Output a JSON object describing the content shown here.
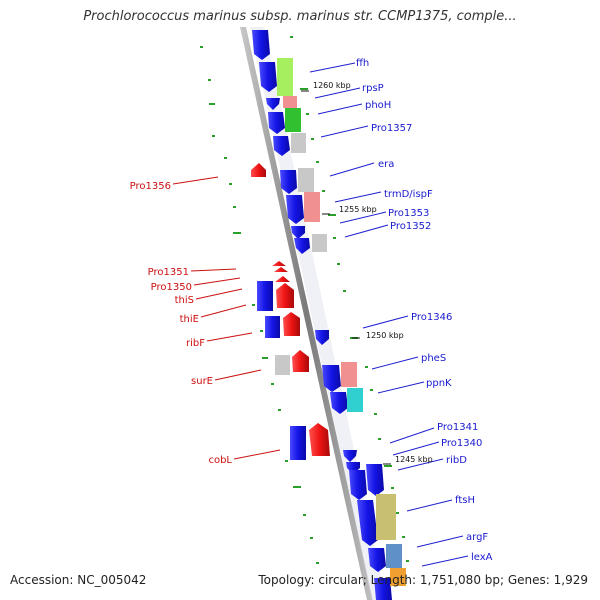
{
  "title": "Prochlorococcus marinus subsp. marinus str. CCMP1375, comple...",
  "footer": {
    "accession": "Accession: NC_005042",
    "summary": "Topology: circular; Length: 1,751,080 bp; Genes: 1,929"
  },
  "scale_ticks": [
    "1260 kbp",
    "1255 kbp",
    "1250 kbp",
    "1245 kbp"
  ],
  "colors": {
    "backbone": "#9a9a9a",
    "forward_strand_gene": "#1010ee",
    "reverse_strand_gene": "#ee1010",
    "forward_label": "#1a1ad0",
    "reverse_label": "#cc1010",
    "gc_skew_marks": "#2aa02a",
    "cog_green_light": "#a6f060",
    "cog_pink": "#f09090",
    "cog_green": "#30c030",
    "cog_grey": "#c8c8c8",
    "cog_cyan": "#30d0d0",
    "cog_olive": "#c8c070",
    "cog_steel": "#6090c8"
  },
  "forward_genes": [
    "ffh",
    "rpsP",
    "phoH",
    "Pro1357",
    "era",
    "trmD/ispF",
    "Pro1353",
    "Pro1352",
    "Pro1346",
    "pheS",
    "ppnK",
    "Pro1341",
    "Pro1340",
    "ribD",
    "ftsH",
    "argF",
    "lexA"
  ],
  "reverse_genes": [
    "Pro1356",
    "Pro1351",
    "Pro1350",
    "thiS",
    "thiE",
    "ribF",
    "surE",
    "cobL"
  ]
}
